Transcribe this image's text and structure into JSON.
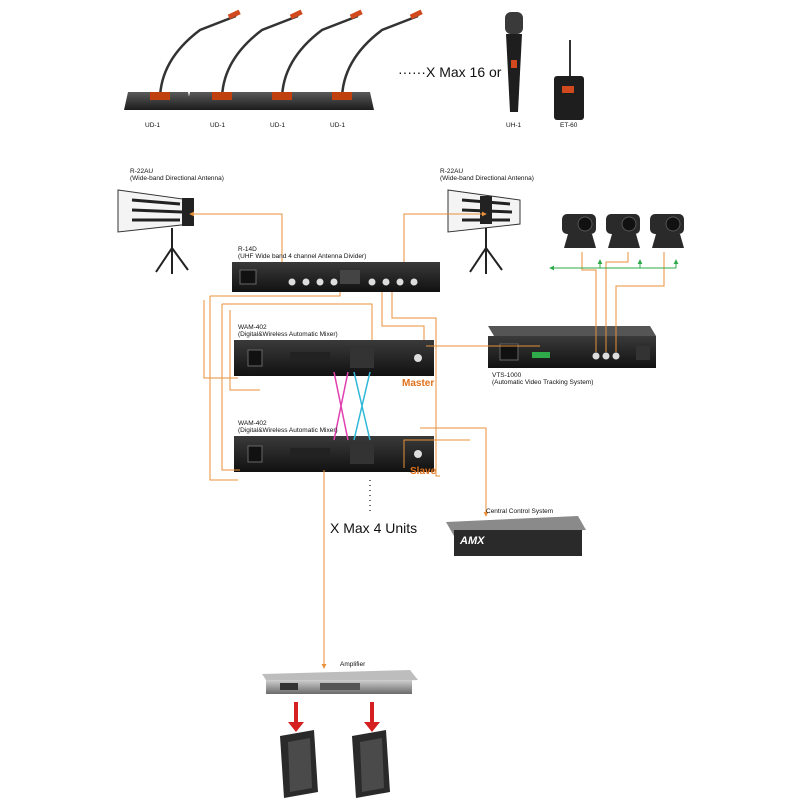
{
  "mics": {
    "units": [
      "UD-1",
      "UD-1",
      "UD-1",
      "UD-1"
    ],
    "max_text": "······X Max 16 or",
    "handheld": "UH-1",
    "bodypack": "ET-60"
  },
  "antennas": {
    "left": {
      "model": "R-22AU",
      "desc": "(Wide-band Directional Antenna)"
    },
    "right": {
      "model": "R-22AU",
      "desc": "(Wide-band Directional Antenna)"
    }
  },
  "divider": {
    "model": "R-14D",
    "desc": "(UHF Wide band 4 channel Antenna Divider)"
  },
  "mixer_master": {
    "model": "WAM-402",
    "desc": "(Digital&Wireless Automatic Mixer)",
    "role": "Master"
  },
  "mixer_slave": {
    "model": "WAM-402",
    "desc": "(Digital&Wireless Automatic Mixer)",
    "role": "Slave"
  },
  "vts": {
    "model": "VTS-1000",
    "desc": "(Automatic Video Tracking System)"
  },
  "cameras": [
    "camera",
    "camera",
    "camera"
  ],
  "central": {
    "label": "Central Control System",
    "brand": "AMX"
  },
  "max_units": "X Max 4 Units",
  "amplifier": {
    "label": "Amplifier"
  },
  "speakers": [
    "speaker",
    "speaker"
  ],
  "colors": {
    "orange": "#e8903a",
    "green": "#2faa4a",
    "magenta": "#e040b0",
    "cyan": "#30b8d8",
    "red": "#d42020"
  }
}
